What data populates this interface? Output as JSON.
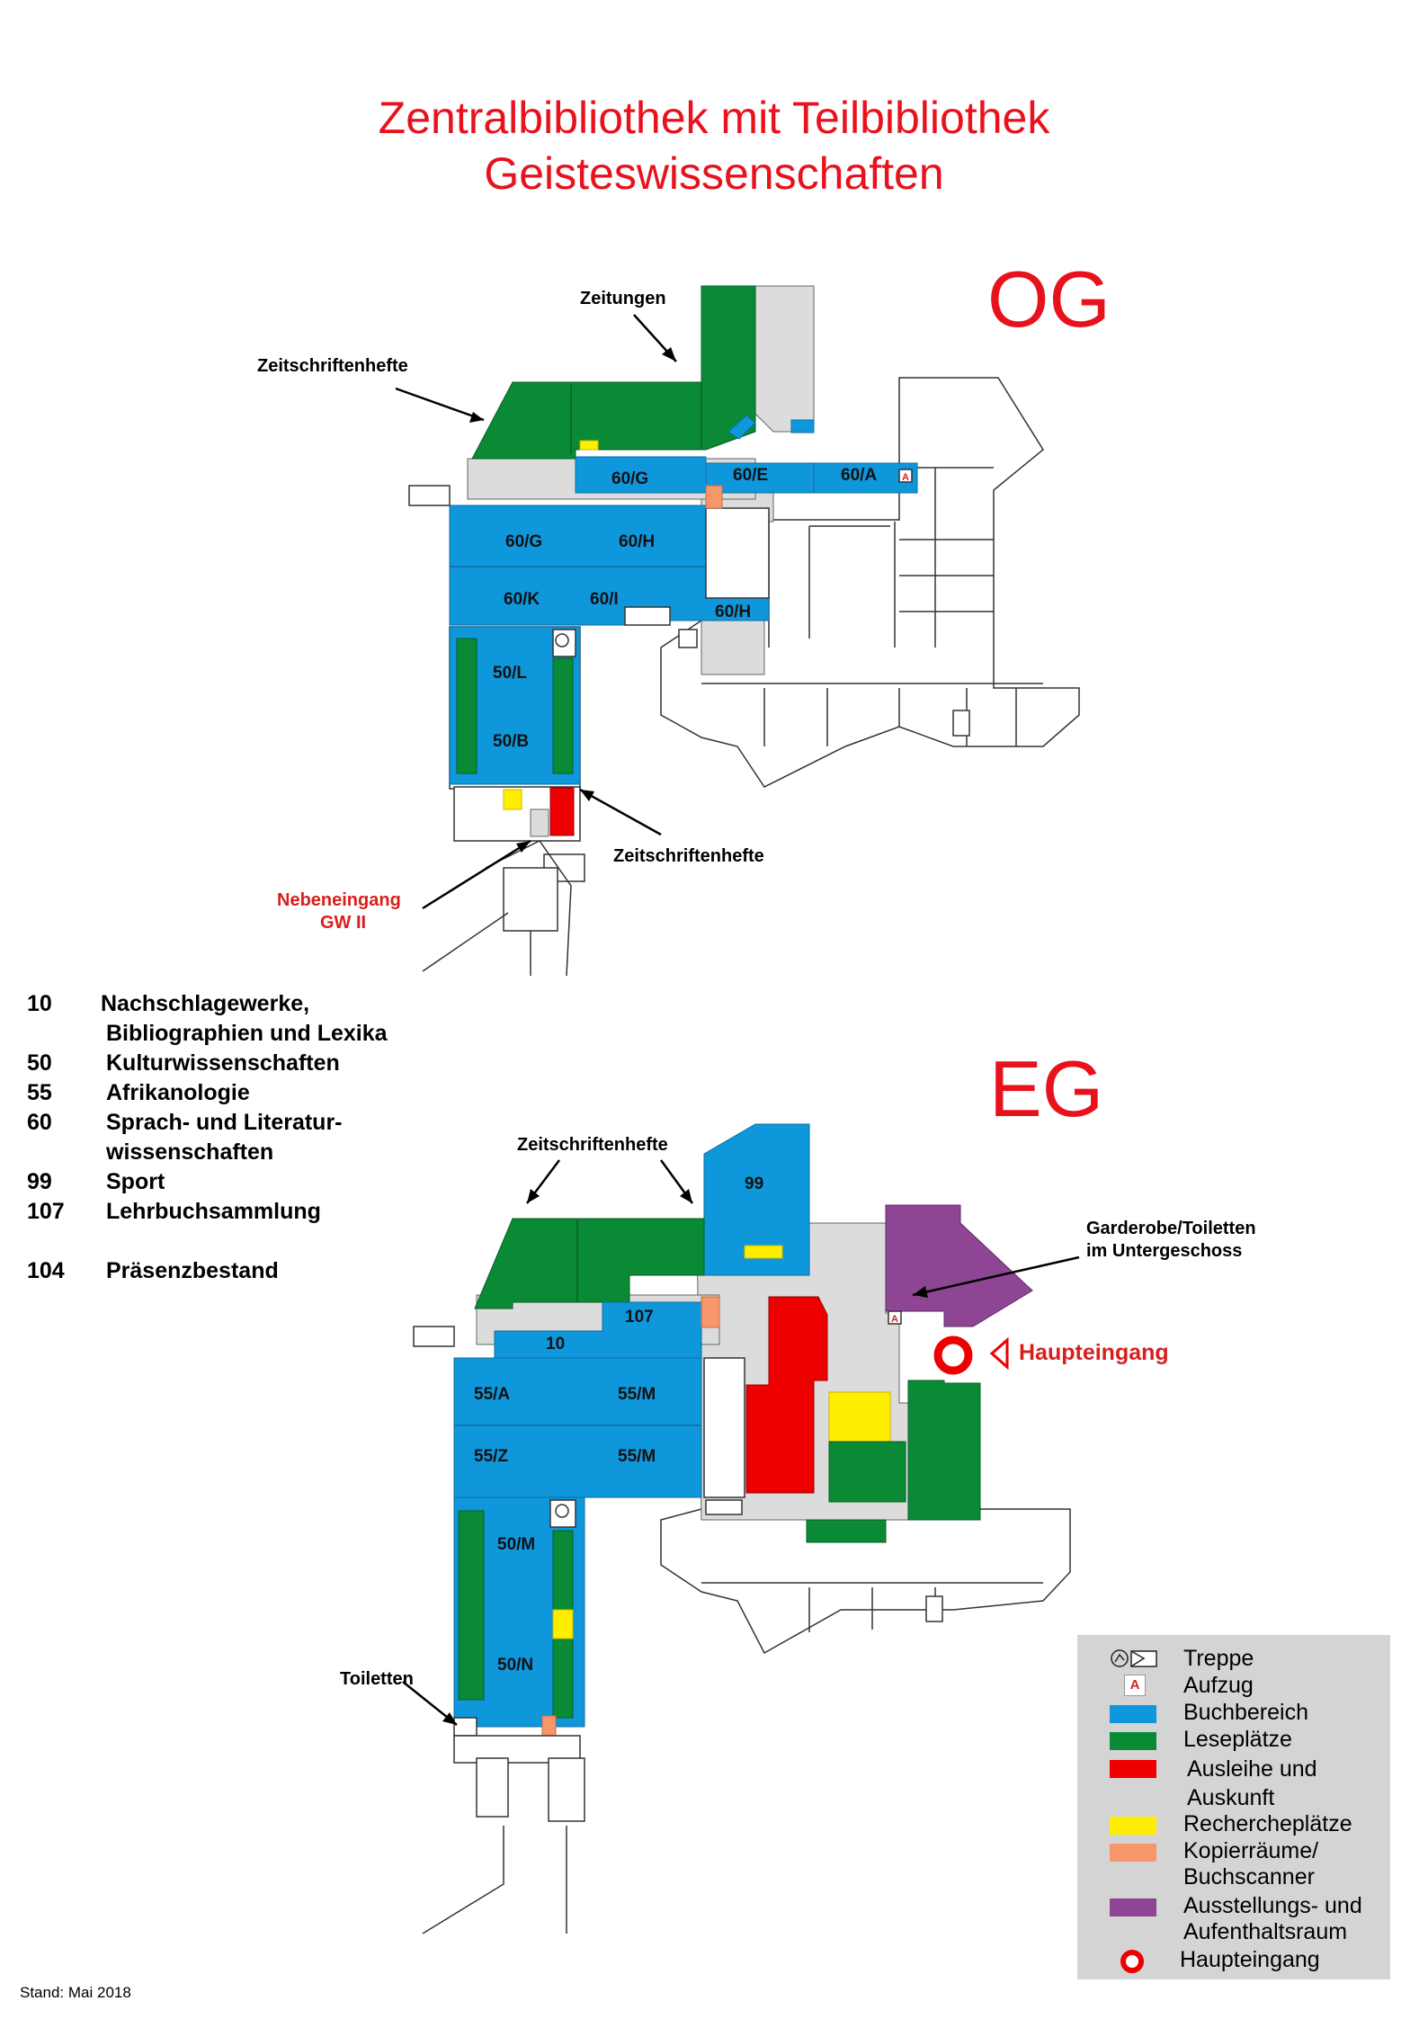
{
  "title": {
    "line1": "Zentralbibliothek mit Teilbibliothek",
    "line2": "Geisteswissenschaften"
  },
  "floors": {
    "og": {
      "label": "OG",
      "rooms": [
        "60/G",
        "60/E",
        "60/A",
        "60/G",
        "60/H",
        "60/K",
        "60/I",
        "60/H",
        "50/L",
        "50/B"
      ],
      "annotations": {
        "zeitungen": "Zeitungen",
        "zeitschriften_top": "Zeitschriftenhefte",
        "zeitschriften_bottom": "Zeitschriftenhefte",
        "nebeneingang_1": "Nebeneingang",
        "nebeneingang_2": "GW II"
      }
    },
    "eg": {
      "label": "EG",
      "rooms": [
        "99",
        "107",
        "10",
        "55/A",
        "55/M",
        "55/Z",
        "55/M",
        "50/M",
        "50/N"
      ],
      "annotations": {
        "zeitschriften": "Zeitschriftenhefte",
        "garderobe_1": "Garderobe/Toiletten",
        "garderobe_2": "im Untergeschoss",
        "haupteingang": "Haupteingang",
        "toiletten": "Toiletten"
      }
    }
  },
  "elevator_letter": "A",
  "key": [
    {
      "num": "10",
      "text": "Nachschlagewerke,"
    },
    {
      "num": "",
      "text": "Bibliographien und Lexika"
    },
    {
      "num": "50",
      "text": "Kulturwissenschaften"
    },
    {
      "num": "55",
      "text": "Afrikanologie"
    },
    {
      "num": "60",
      "text": "Sprach- und Literatur-"
    },
    {
      "num": "",
      "text": "wissenschaften"
    },
    {
      "num": "99",
      "text": "Sport"
    },
    {
      "num": "107",
      "text": "Lehrbuchsammlung"
    },
    {
      "num": "104",
      "text": "Präsenzbestand"
    }
  ],
  "legend": [
    {
      "label": "Treppe",
      "icon": "stairs-icon"
    },
    {
      "label": "Aufzug",
      "icon": "elevator-icon"
    },
    {
      "label": "Buchbereich",
      "color": "#0f97dc"
    },
    {
      "label": "Leseplätze",
      "color": "#0b8a35"
    },
    {
      "label": "Ausleihe und Auskunft",
      "color": "#ee0000"
    },
    {
      "label": "Rechercheplätze",
      "color": "#ffee00"
    },
    {
      "label": "Kopierräume/ Buchscanner",
      "color": "#f7956b"
    },
    {
      "label": "Ausstellungs- und Aufenthaltsraum",
      "color": "#8e4594"
    },
    {
      "label": "Haupteingang",
      "icon": "main-entrance-icon"
    }
  ],
  "stand": "Stand: Mai 2018",
  "colors": {
    "title": "#e8121d",
    "buchbereich": "#0f97dc",
    "leseplaetze": "#0b8a35",
    "ausleihe": "#ee0000",
    "recherche": "#ffee00",
    "kopier": "#f7956b",
    "ausstellung": "#8e4594",
    "legend_bg": "#d4d4d4"
  }
}
